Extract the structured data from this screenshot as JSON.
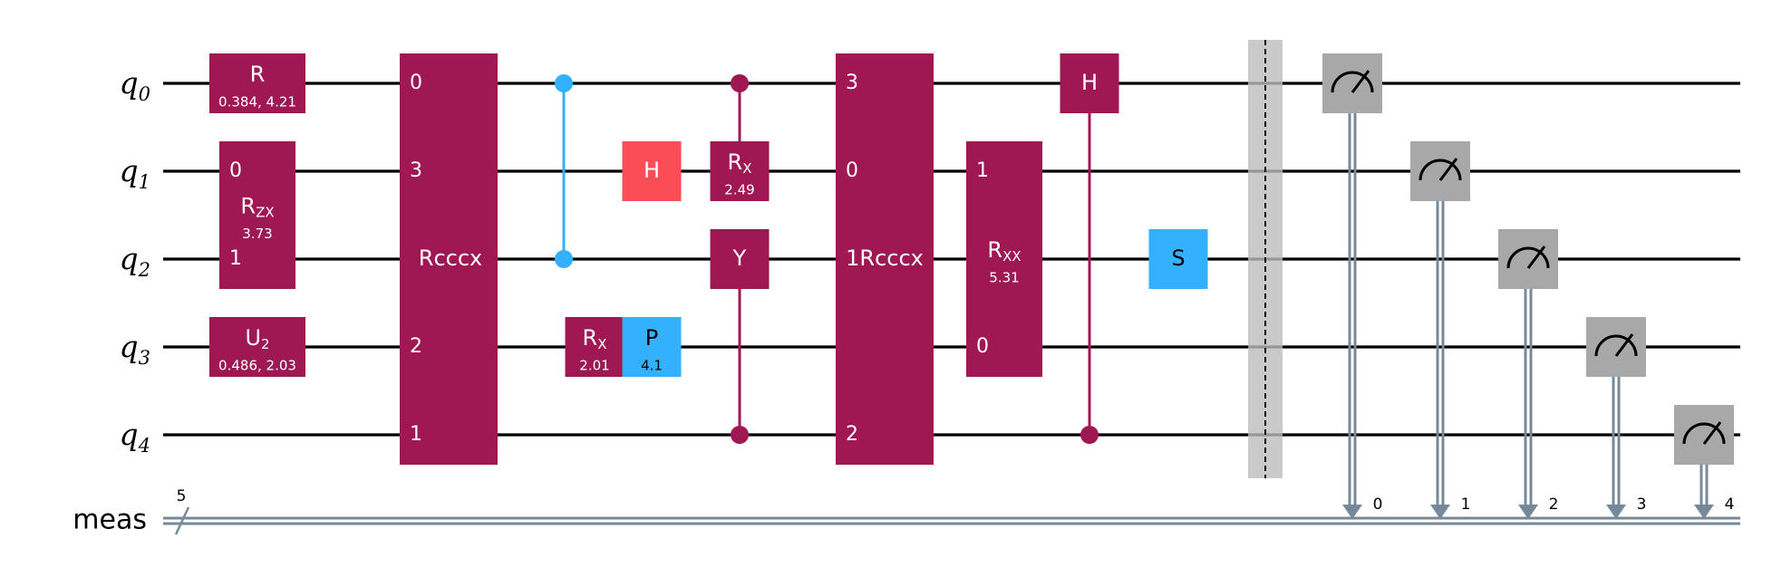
{
  "colors": {
    "wire": "#000000",
    "classical_wire": "#778899",
    "gate_magenta": "#9F1853",
    "gate_red": "#FA4D56",
    "gate_blue": "#33B1FF",
    "measure_gray": "#A8A8A8",
    "barrier": "#BDBDBD"
  },
  "qubits": [
    {
      "base": "q",
      "index": "0"
    },
    {
      "base": "q",
      "index": "1"
    },
    {
      "base": "q",
      "index": "2"
    },
    {
      "base": "q",
      "index": "3"
    },
    {
      "base": "q",
      "index": "4"
    }
  ],
  "classical": {
    "label": "meas",
    "width": "5"
  },
  "gates": [
    {
      "id": "r-gate",
      "label": "R",
      "params": "0.384, 4.21",
      "color": "magenta",
      "qubits": [
        0
      ],
      "col": 1
    },
    {
      "id": "rzx-gate",
      "label": "R",
      "sub": "ZX",
      "params": "3.73",
      "color": "magenta",
      "qubits": [
        1,
        2
      ],
      "col": 1,
      "ports": [
        {
          "q": 1,
          "t": "0"
        },
        {
          "q": 2,
          "t": "1"
        }
      ]
    },
    {
      "id": "u2-gate",
      "label": "U",
      "sub": "2",
      "params": "0.486, 2.03",
      "color": "magenta",
      "qubits": [
        3
      ],
      "col": 1
    },
    {
      "id": "rcccx-gate-1",
      "label": "Rcccx",
      "color": "magenta",
      "qubits": [
        0,
        1,
        2,
        3,
        4
      ],
      "col": 2,
      "ports": [
        {
          "q": 0,
          "t": "0"
        },
        {
          "q": 1,
          "t": "3"
        },
        {
          "q": 3,
          "t": "2"
        },
        {
          "q": 4,
          "t": "1"
        }
      ]
    },
    {
      "id": "rx-gate-q3",
      "label": "R",
      "sub": "X",
      "params": "2.01",
      "color": "magenta",
      "qubits": [
        3
      ],
      "col": 4
    },
    {
      "id": "h-gate-q1",
      "label": "H",
      "color": "red",
      "qubits": [
        1
      ],
      "col": 5
    },
    {
      "id": "p-gate-q3",
      "label": "P",
      "params": "4.1",
      "color": "blue",
      "qubits": [
        3
      ],
      "col": 5,
      "dark": true
    },
    {
      "id": "rx-gate-q1",
      "label": "R",
      "sub": "X",
      "params": "2.49",
      "color": "magenta",
      "qubits": [
        1
      ],
      "col": 6
    },
    {
      "id": "y-gate-q2",
      "label": "Y",
      "color": "magenta",
      "qubits": [
        2
      ],
      "col": 6
    },
    {
      "id": "rcccx-gate-2",
      "label": "1Rcccx",
      "color": "magenta",
      "qubits": [
        0,
        1,
        2,
        3,
        4
      ],
      "col": 7,
      "ports": [
        {
          "q": 0,
          "t": "3"
        },
        {
          "q": 1,
          "t": "0"
        },
        {
          "q": 4,
          "t": "2"
        }
      ]
    },
    {
      "id": "rxx-gate",
      "label": "R",
      "sub": "XX",
      "params": "5.31",
      "color": "magenta",
      "qubits": [
        1,
        2,
        3
      ],
      "col": 8,
      "ports": [
        {
          "q": 1,
          "t": "1"
        },
        {
          "q": 3,
          "t": "0"
        }
      ]
    },
    {
      "id": "h-gate-q0",
      "label": "H",
      "color": "magenta",
      "qubits": [
        0
      ],
      "col": 9
    },
    {
      "id": "s-gate-q2",
      "label": "S",
      "color": "blue",
      "qubits": [
        2
      ],
      "col": 10,
      "dark": true
    }
  ],
  "controls": [
    {
      "id": "cz-blue",
      "color": "blue",
      "qubits": [
        0,
        2
      ],
      "col": 3
    },
    {
      "id": "crx-link",
      "color": "magenta",
      "qubits": [
        0,
        1
      ],
      "col": 6
    },
    {
      "id": "cy-link",
      "color": "magenta",
      "qubits": [
        2,
        4
      ],
      "col": 6
    },
    {
      "id": "ch-link",
      "color": "magenta",
      "qubits": [
        4,
        0
      ],
      "col": 9
    }
  ],
  "barrier": {
    "col": 11,
    "qubits": [
      0,
      1,
      2,
      3,
      4
    ]
  },
  "measurements": [
    {
      "qubit": 0,
      "bit": "0",
      "col": 12
    },
    {
      "qubit": 1,
      "bit": "1",
      "col": 13
    },
    {
      "qubit": 2,
      "bit": "2",
      "col": 14
    },
    {
      "qubit": 3,
      "bit": "3",
      "col": 15
    },
    {
      "qubit": 4,
      "bit": "4",
      "col": 16
    }
  ]
}
